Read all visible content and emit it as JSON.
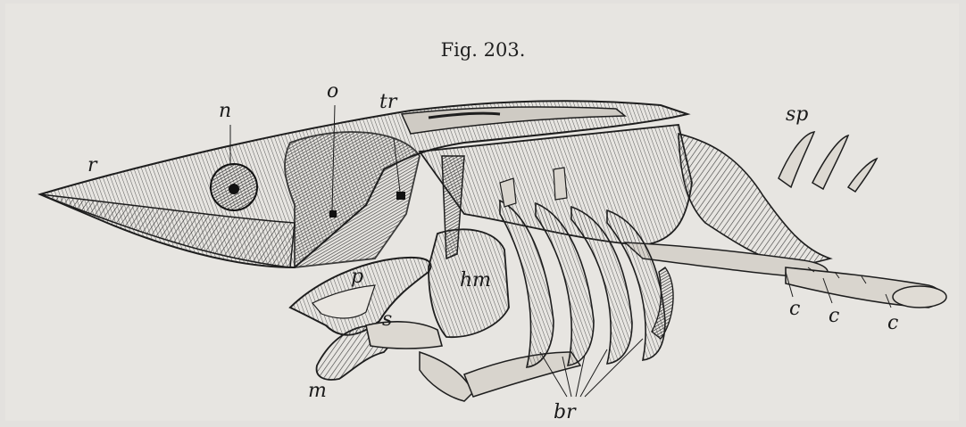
{
  "figure": {
    "caption": "Fig. 203.",
    "subject": "shark-skull-engraving",
    "labels": {
      "r_rostrum": "r",
      "n_nasal": "n",
      "o_orbit": "o",
      "tr_trigeminal": "tr",
      "sp_spinal": "sp",
      "p_palatoquadrate": "p",
      "hm_hyomandibular": "hm",
      "s_suspensorium": "s",
      "m_mandible": "m",
      "br_branchial": "br",
      "c_first": "c",
      "c_second": "c",
      "c_third": "c"
    },
    "colors": {
      "paper": "#e7e5e1",
      "ink": "#1e1e1e"
    }
  }
}
